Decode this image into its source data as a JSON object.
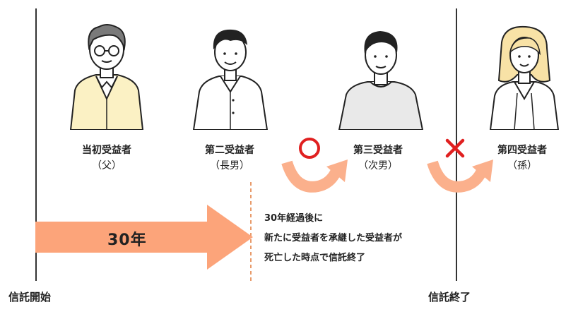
{
  "timeline": {
    "start_label": "信託開始",
    "end_label": "信託終了",
    "duration_label": "30年"
  },
  "beneficiaries": [
    {
      "role": "当初受益者",
      "relation": "（父）"
    },
    {
      "role": "第二受益者",
      "relation": "（長男）"
    },
    {
      "role": "第三受益者",
      "relation": "（次男）"
    },
    {
      "role": "第四受益者",
      "relation": "（孫）"
    }
  ],
  "transitions": [
    {
      "mark": "○",
      "allowed": true,
      "color": "#e02020"
    },
    {
      "mark": "×",
      "allowed": false,
      "color": "#e02020"
    }
  ],
  "note": {
    "line1": "30年経過後に",
    "line2": "新たに受益者を承継した受益者が",
    "line3": "死亡した時点で信託終了"
  },
  "colors": {
    "arrow": "#fca47a",
    "curve": "#fbb08c",
    "mark": "#e02020",
    "dashed": "#e07a3a",
    "sweater_father": "#fbf1c4",
    "shirt_second": "#e9e9e9"
  }
}
